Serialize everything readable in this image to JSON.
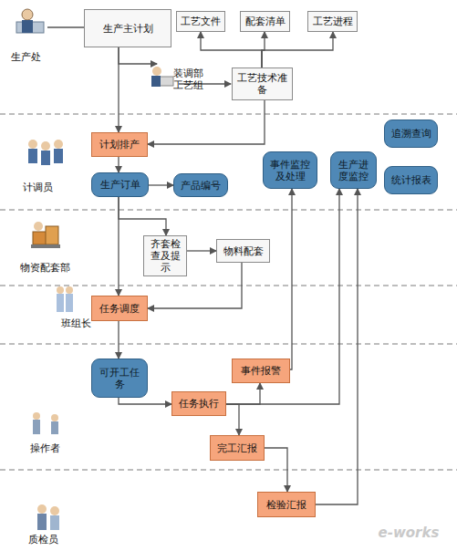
{
  "diagram": {
    "nodes": [
      {
        "text": [
          "生产主计划"
        ]
      },
      {
        "text": [
          "工艺文件"
        ]
      },
      {
        "text": [
          "配套清单"
        ]
      },
      {
        "text": [
          "工艺进程"
        ]
      },
      {
        "text": [
          "工艺技术准备"
        ]
      },
      {
        "text": [
          "计划排产"
        ]
      },
      {
        "text": [
          "追溯查询"
        ]
      },
      {
        "text": [
          "事件监控及处理"
        ]
      },
      {
        "text": [
          "生产进度监控"
        ]
      },
      {
        "text": [
          "统计报表"
        ]
      },
      {
        "text": [
          "生产订单"
        ]
      },
      {
        "text": [
          "产品编号"
        ]
      },
      {
        "text": [
          "齐套检查及提示"
        ]
      },
      {
        "text": [
          "物料配套"
        ]
      },
      {
        "text": [
          "任务调度"
        ]
      },
      {
        "text": [
          "可开工任务"
        ]
      },
      {
        "text": [
          "事件报警"
        ]
      },
      {
        "text": [
          "任务执行"
        ]
      },
      {
        "text": [
          "完工汇报"
        ]
      },
      {
        "text": [
          "检验汇报"
        ]
      }
    ],
    "edges": [
      {
        "from": 0,
        "to": 5,
        "arrow": "to"
      },
      {
        "from": 4,
        "to": 1,
        "arrow": "to"
      },
      {
        "from": 4,
        "to": 2,
        "arrow": "to"
      },
      {
        "from": 4,
        "to": 3,
        "arrow": "to"
      },
      {
        "from": 4,
        "to": 5,
        "arrow": "to"
      },
      {
        "from": 5,
        "to": 10,
        "arrow": "to"
      },
      {
        "from": 10,
        "to": 11,
        "arrow": "to"
      },
      {
        "from": 10,
        "to": 12,
        "arrow": "to"
      },
      {
        "from": 10,
        "to": 14,
        "arrow": "to"
      },
      {
        "from": 12,
        "to": 13,
        "arrow": "to"
      },
      {
        "from": 13,
        "to": 14,
        "arrow": "to"
      },
      {
        "from": 14,
        "to": 15,
        "arrow": "to"
      },
      {
        "from": 15,
        "to": 17,
        "arrow": "to"
      },
      {
        "from": 17,
        "to": 16,
        "arrow": "to"
      },
      {
        "from": 16,
        "to": 7,
        "arrow": "to"
      },
      {
        "from": 17,
        "to": 8,
        "arrow": "to"
      },
      {
        "from": 17,
        "to": 18,
        "arrow": "to"
      },
      {
        "from": 18,
        "to": 19,
        "arrow": "to"
      },
      {
        "from": 19,
        "to": 8,
        "arrow": "to"
      }
    ],
    "labels": [
      "生产处",
      "装调部工艺组",
      "计调员",
      "物资配套部",
      "班组长",
      "操作者",
      "质检员",
      "e-works"
    ]
  }
}
